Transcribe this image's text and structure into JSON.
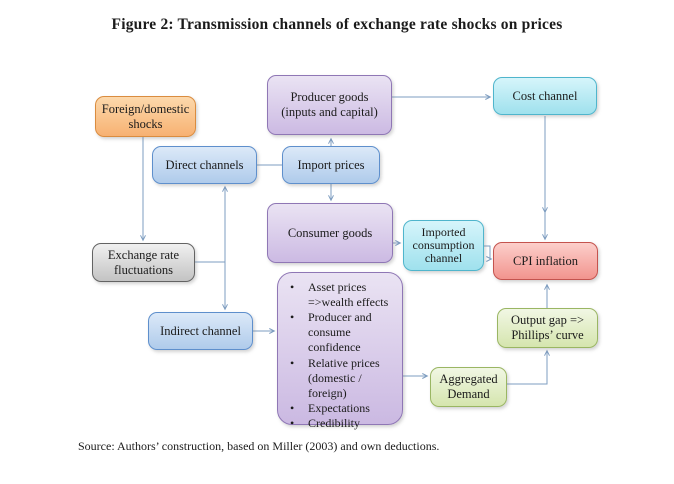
{
  "title": "Figure 2: Transmission channels of exchange rate shocks on prices",
  "source_note": "Source: Authors’ construction, based on Miller (2003) and own deductions.",
  "nodes": {
    "foreign_shocks": {
      "label": "Foreign/domestic\nshocks",
      "color": "#F7B172"
    },
    "direct_channels": {
      "label": "Direct channels",
      "color": "#AFCBEB"
    },
    "producer_goods": {
      "label": "Producer goods\n(inputs and capital)",
      "color": "#CCBAE3"
    },
    "import_prices": {
      "label": "Import prices",
      "color": "#AFCBEB"
    },
    "cost_channel": {
      "label": "Cost channel",
      "color": "#9FE1ED"
    },
    "consumer_goods": {
      "label": "Consumer goods",
      "color": "#CCBAE3"
    },
    "imported_consumption": {
      "label": "Imported\nconsumption\nchannel",
      "color": "#9FE1ED"
    },
    "cpi_inflation": {
      "label": "CPI inflation",
      "color": "#F2948E"
    },
    "exchange_rate": {
      "label": "Exchange rate\nfluctuations",
      "color": "#C3C3C3"
    },
    "indirect_channel": {
      "label": "Indirect channel",
      "color": "#AFCBEB"
    },
    "aggregated_demand": {
      "label": "Aggregated\nDemand",
      "color": "#D5E5AE"
    },
    "output_gap": {
      "label": "Output gap =>\nPhillips’ curve",
      "color": "#D5E5AE"
    }
  },
  "factors": {
    "items": [
      "Asset prices =>wealth effects",
      "Producer and consume confidence",
      "Relative prices (domestic / foreign)",
      "Expectations",
      "Credibility"
    ]
  },
  "connector_color": "#7E9DC0"
}
